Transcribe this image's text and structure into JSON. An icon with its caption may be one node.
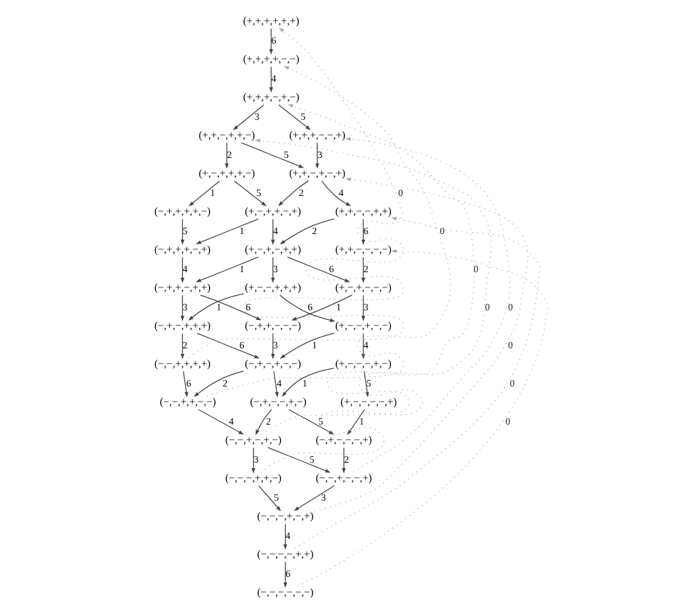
{
  "diagram": {
    "nodes": [
      {
        "text": [
          "(+,+,+,+,+,+)"
        ]
      },
      {
        "text": [
          "(+,+,+,+,−,−)"
        ]
      },
      {
        "text": [
          "(+,+,+,−,+,−)"
        ]
      },
      {
        "text": [
          "(+,+,−,+,+,−)"
        ]
      },
      {
        "text": [
          "(+,+,+,−,−,+)"
        ]
      },
      {
        "text": [
          "(+,−,+,+,+,−)"
        ]
      },
      {
        "text": [
          "(+,+,−,+,−,+)"
        ]
      },
      {
        "text": [
          "(−,+,+,+,+,−)"
        ]
      },
      {
        "text": [
          "(+,−,+,+,−,+)"
        ]
      },
      {
        "text": [
          "(+,+,−,−,+,+)"
        ]
      },
      {
        "text": [
          "(−,+,+,+,−,+)"
        ]
      },
      {
        "text": [
          "(+,−,+,−,+,+)"
        ]
      },
      {
        "text": [
          "(+,+,−,−,−,−)"
        ]
      },
      {
        "text": [
          "(−,+,+,−,+,+)"
        ]
      },
      {
        "text": [
          "(+,−,−,+,+,+)"
        ]
      },
      {
        "text": [
          "(+,−,+,−,−,−)"
        ]
      },
      {
        "text": [
          "(−,+,−,+,+,+)"
        ]
      },
      {
        "text": [
          "(−,+,+,−,−,−)"
        ]
      },
      {
        "text": [
          "(+,−,−,+,−,−)"
        ]
      },
      {
        "text": [
          "(−,−,+,+,+,+)"
        ]
      },
      {
        "text": [
          "(−,+,−,+,−,−)"
        ]
      },
      {
        "text": [
          "(+,−,−,−,+,−)"
        ]
      },
      {
        "text": [
          "(−,−,+,+,−,−)"
        ]
      },
      {
        "text": [
          "(−,+,−,−,+,−)"
        ]
      },
      {
        "text": [
          "(+,−,−,−,−,+)"
        ]
      },
      {
        "text": [
          "(−,−,+,−,+,−)"
        ]
      },
      {
        "text": [
          "(−,+,−,−,−,+)"
        ]
      },
      {
        "text": [
          "(−,−,−,+,+,−)"
        ]
      },
      {
        "text": [
          "(−,−,+,−,−,+)"
        ]
      },
      {
        "text": [
          "(−,−,−,+,−,+)"
        ]
      },
      {
        "text": [
          "(−,−,−,−,+,+)"
        ]
      },
      {
        "text": [
          "(−,−,−,−,−,−)"
        ]
      }
    ],
    "edges": [
      {
        "from": 0,
        "to": 1,
        "arrow": "to",
        "label": "6"
      },
      {
        "from": 1,
        "to": 2,
        "arrow": "to",
        "label": "4"
      },
      {
        "from": 2,
        "to": 3,
        "arrow": "to",
        "label": "3"
      },
      {
        "from": 2,
        "to": 4,
        "arrow": "to",
        "label": "5"
      },
      {
        "from": 3,
        "to": 5,
        "arrow": "to",
        "label": "2"
      },
      {
        "from": 3,
        "to": 6,
        "arrow": "to",
        "label": "5"
      },
      {
        "from": 4,
        "to": 6,
        "arrow": "to",
        "label": "3"
      },
      {
        "from": 5,
        "to": 7,
        "arrow": "to",
        "label": "1"
      },
      {
        "from": 5,
        "to": 8,
        "arrow": "to",
        "label": "5"
      },
      {
        "from": 6,
        "to": 8,
        "arrow": "to",
        "label": "2"
      },
      {
        "from": 6,
        "to": 9,
        "arrow": "to",
        "label": "4"
      },
      {
        "from": 7,
        "to": 10,
        "arrow": "to",
        "label": "5"
      },
      {
        "from": 8,
        "to": 10,
        "arrow": "to",
        "label": "1"
      },
      {
        "from": 8,
        "to": 11,
        "arrow": "to",
        "label": "4"
      },
      {
        "from": 9,
        "to": 11,
        "arrow": "to",
        "label": "2"
      },
      {
        "from": 9,
        "to": 12,
        "arrow": "to",
        "label": "6"
      },
      {
        "from": 10,
        "to": 13,
        "arrow": "to",
        "label": "4"
      },
      {
        "from": 11,
        "to": 13,
        "arrow": "to",
        "label": "1"
      },
      {
        "from": 11,
        "to": 14,
        "arrow": "to",
        "label": "3"
      },
      {
        "from": 11,
        "to": 15,
        "arrow": "to",
        "label": "6"
      },
      {
        "from": 12,
        "to": 15,
        "arrow": "to",
        "label": "2"
      },
      {
        "from": 13,
        "to": 16,
        "arrow": "to",
        "label": "3"
      },
      {
        "from": 13,
        "to": 17,
        "arrow": "to",
        "label": "6"
      },
      {
        "from": 14,
        "to": 16,
        "arrow": "to",
        "label": "1"
      },
      {
        "from": 14,
        "to": 18,
        "arrow": "to",
        "label": "6"
      },
      {
        "from": 15,
        "to": 17,
        "arrow": "to",
        "label": "1"
      },
      {
        "from": 15,
        "to": 18,
        "arrow": "to",
        "label": "3"
      },
      {
        "from": 16,
        "to": 19,
        "arrow": "to",
        "label": "2"
      },
      {
        "from": 16,
        "to": 20,
        "arrow": "to",
        "label": "6"
      },
      {
        "from": 17,
        "to": 20,
        "arrow": "to",
        "label": "3"
      },
      {
        "from": 18,
        "to": 20,
        "arrow": "to",
        "label": "1"
      },
      {
        "from": 18,
        "to": 21,
        "arrow": "to",
        "label": "4"
      },
      {
        "from": 19,
        "to": 22,
        "arrow": "to",
        "label": "6"
      },
      {
        "from": 20,
        "to": 22,
        "arrow": "to",
        "label": "2"
      },
      {
        "from": 20,
        "to": 23,
        "arrow": "to",
        "label": "4"
      },
      {
        "from": 21,
        "to": 23,
        "arrow": "to",
        "label": "1"
      },
      {
        "from": 21,
        "to": 24,
        "arrow": "to",
        "label": "5"
      },
      {
        "from": 22,
        "to": 25,
        "arrow": "to",
        "label": "4"
      },
      {
        "from": 23,
        "to": 25,
        "arrow": "to",
        "label": "2"
      },
      {
        "from": 23,
        "to": 26,
        "arrow": "to",
        "label": "5"
      },
      {
        "from": 24,
        "to": 26,
        "arrow": "to",
        "label": "1"
      },
      {
        "from": 25,
        "to": 27,
        "arrow": "to",
        "label": "3"
      },
      {
        "from": 25,
        "to": 28,
        "arrow": "to",
        "label": "5"
      },
      {
        "from": 26,
        "to": 28,
        "arrow": "to",
        "label": "2"
      },
      {
        "from": 27,
        "to": 29,
        "arrow": "to",
        "label": "5"
      },
      {
        "from": 28,
        "to": 29,
        "arrow": "to",
        "label": "3"
      },
      {
        "from": 29,
        "to": 30,
        "arrow": "to",
        "label": "4"
      },
      {
        "from": 30,
        "to": 31,
        "arrow": "to",
        "label": "6"
      },
      {
        "from": 19,
        "to": 0,
        "arrow": "to",
        "label": "0",
        "style": "dashed",
        "color": "#aaaaaa"
      },
      {
        "from": 22,
        "to": 1,
        "arrow": "to",
        "label": "0",
        "style": "dashed",
        "color": "#aaaaaa"
      },
      {
        "from": 25,
        "to": 2,
        "arrow": "to",
        "label": "0",
        "style": "dashed",
        "color": "#aaaaaa"
      },
      {
        "from": 27,
        "to": 3,
        "arrow": "to",
        "label": "0",
        "style": "dashed",
        "color": "#aaaaaa"
      },
      {
        "from": 28,
        "to": 4,
        "arrow": "to",
        "label": "0",
        "style": "dashed",
        "color": "#aaaaaa"
      },
      {
        "from": 29,
        "to": 6,
        "arrow": "to",
        "label": "0",
        "style": "dashed",
        "color": "#aaaaaa"
      },
      {
        "from": 30,
        "to": 9,
        "arrow": "to",
        "label": "0",
        "style": "dashed",
        "color": "#aaaaaa"
      },
      {
        "from": 31,
        "to": 12,
        "arrow": "to",
        "label": "0",
        "style": "dashed",
        "color": "#aaaaaa"
      }
    ]
  }
}
